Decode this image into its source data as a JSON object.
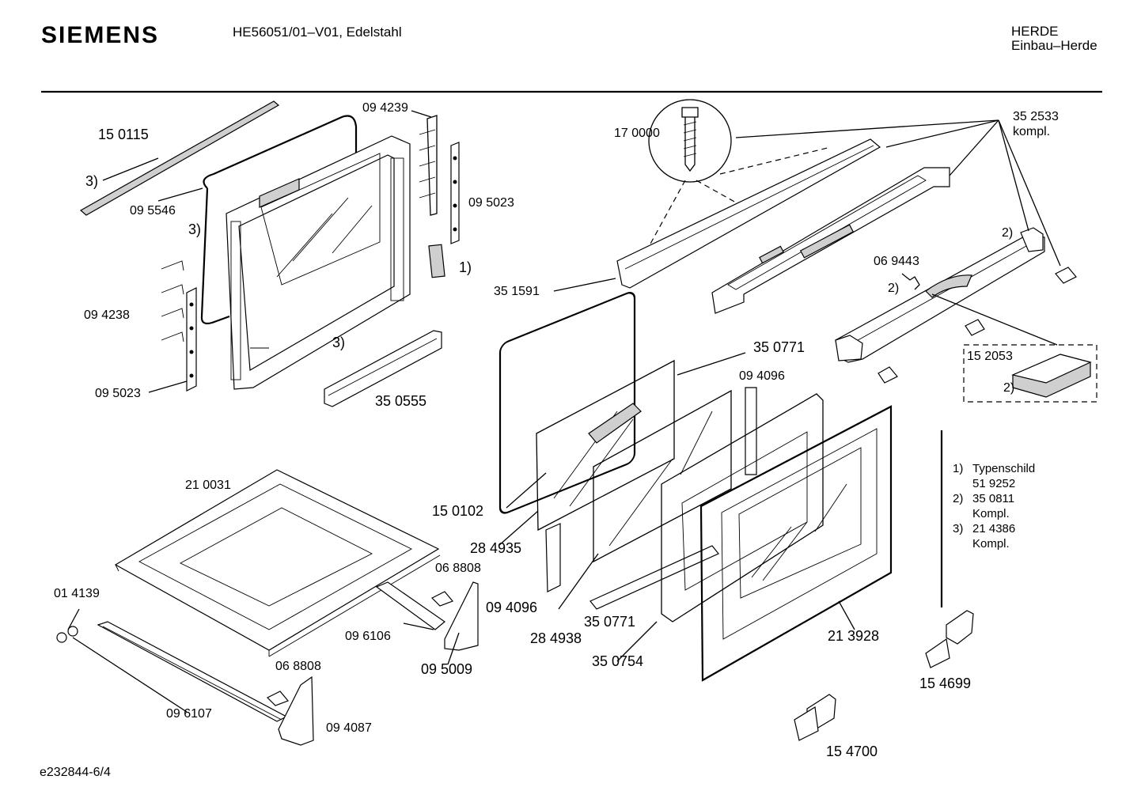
{
  "header": {
    "brand": "SIEMENS",
    "model": "HE56051/01–V01, Edelstahl",
    "category_line1": "HERDE",
    "category_line2": "Einbau–Herde"
  },
  "footer": {
    "drawing_id": "e232844-6/4"
  },
  "part_labels": {
    "p150115": "15 0115",
    "p094239": "09 4239",
    "m3_a": "3)",
    "p095546": "09 5546",
    "m3_b": "3)",
    "p095023_a": "09 5023",
    "m1": "1)",
    "p094238": "09 4238",
    "m3_c": "3)",
    "p095023_b": "09 5023",
    "p350555": "35 0555",
    "p170000": "17 0000",
    "p352533": "35 2533",
    "kompl": "kompl.",
    "m2_a": "2)",
    "p069443": "06 9443",
    "m2_b": "2)",
    "p351591": "35 1591",
    "p350771_a": "35 0771",
    "p094096_a": "09 4096",
    "p152053": "15 2053",
    "m2_c": "2)",
    "p210031": "21 0031",
    "p150102": "15 0102",
    "p284935": "28 4935",
    "p068808_a": "06 8808",
    "p014139": "01 4139",
    "p096106": "09 6106",
    "p094096_b": "09 4096",
    "p284938": "28 4938",
    "p350771_b": "35 0771",
    "p213928": "21 3928",
    "p095009": "09 5009",
    "p350754": "35 0754",
    "p068808_b": "06 8808",
    "p096107": "09 6107",
    "p094087": "09 4087",
    "p154699": "15 4699",
    "p154700": "15 4700"
  },
  "legend": [
    {
      "marker": "1)",
      "line1": "Typenschild",
      "line2": "51 9252"
    },
    {
      "marker": "2)",
      "line1": "35 0811",
      "line2": "Kompl."
    },
    {
      "marker": "3)",
      "line1": "21 4386",
      "line2": "Kompl."
    }
  ]
}
